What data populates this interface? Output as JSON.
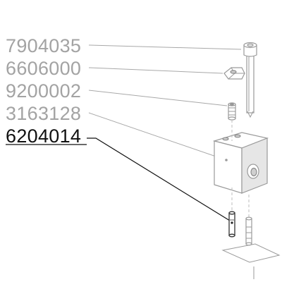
{
  "diagram": {
    "part_numbers": [
      {
        "id": "screw",
        "label": "7904035",
        "highlighted": false
      },
      {
        "id": "nut",
        "label": "6606000",
        "highlighted": false
      },
      {
        "id": "sleeve",
        "label": "9200002",
        "highlighted": false
      },
      {
        "id": "block",
        "label": "3163128",
        "highlighted": false
      },
      {
        "id": "pins",
        "label": "6204014",
        "highlighted": true
      }
    ],
    "colors": {
      "inactive_label": "#a3a3a3",
      "active_label": "#111111",
      "part_outline": "#9a9a9a"
    }
  }
}
